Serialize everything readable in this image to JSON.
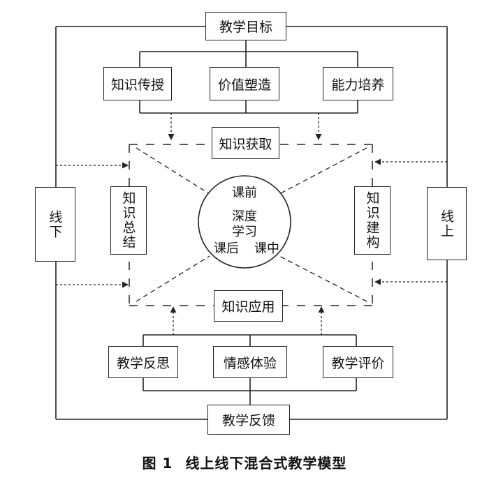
{
  "goal": "教学目标",
  "feedback": "教学反馈",
  "top_boxes": [
    "知识传授",
    "价值塑造",
    "能力培养"
  ],
  "bottom_boxes": [
    "教学反思",
    "情感体验",
    "教学评价"
  ],
  "acquire": "知识获取",
  "apply": "知识应用",
  "summary": "知识总结",
  "construct": "知识建构",
  "offline": "线下",
  "online": "线上",
  "center": {
    "before": "课前",
    "deep_line1": "深度",
    "deep_line2": "学习",
    "after": "课后",
    "during": "课中"
  },
  "caption": {
    "number": "图 1",
    "title": "线上线下混合式教学模型"
  }
}
